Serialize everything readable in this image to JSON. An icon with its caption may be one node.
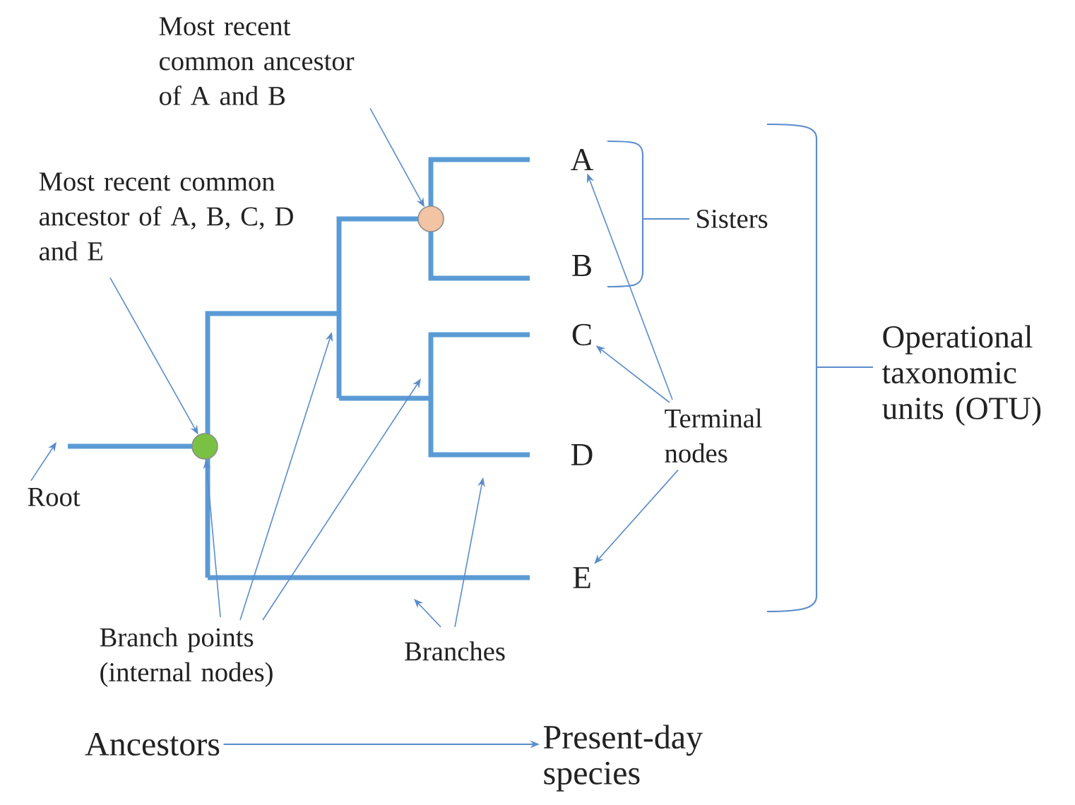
{
  "diagram": {
    "nodes": [
      {
        "text": [
          "Most recent common ancestor of A and B"
        ]
      },
      {
        "text": [
          "Most recent common ancestor of A, B, C, D and E"
        ]
      },
      {
        "text": [
          "A"
        ]
      },
      {
        "text": [
          "B"
        ]
      },
      {
        "text": [
          "C"
        ]
      },
      {
        "text": [
          "D"
        ]
      },
      {
        "text": [
          "E"
        ]
      },
      {
        "text": [
          "Terminal nodes"
        ]
      },
      {
        "text": [
          "Root"
        ]
      },
      {
        "text": [
          "Branch points (internal nodes)"
        ]
      },
      {
        "text": [
          "Branches"
        ]
      },
      {
        "text": [
          "Ancestors"
        ]
      },
      {
        "text": [
          "Present-day species"
        ]
      },
      {
        "text": [],
        "shape": "circle"
      },
      {
        "text": [],
        "shape": "circle"
      }
    ],
    "edges": [
      {
        "from": 0,
        "to": 14,
        "arrow": "to"
      },
      {
        "from": 1,
        "to": 13,
        "arrow": "to"
      },
      {
        "from": 8,
        "to": null,
        "arrow": "to"
      },
      {
        "from": 9,
        "to": 13,
        "arrow": "to"
      },
      {
        "from": 9,
        "to": null,
        "arrow": "to"
      },
      {
        "from": 9,
        "to": null,
        "arrow": "to"
      },
      {
        "from": 10,
        "to": null,
        "arrow": "to"
      },
      {
        "from": 10,
        "to": null,
        "arrow": "to"
      },
      {
        "from": 7,
        "to": 2,
        "arrow": "to"
      },
      {
        "from": 7,
        "to": 4,
        "arrow": "to"
      },
      {
        "from": 7,
        "to": 6,
        "arrow": "to"
      },
      {
        "from": 11,
        "to": 12,
        "arrow": "to"
      }
    ],
    "labels": [
      "Sisters",
      "Operational taxonomic units (OTU)"
    ]
  }
}
